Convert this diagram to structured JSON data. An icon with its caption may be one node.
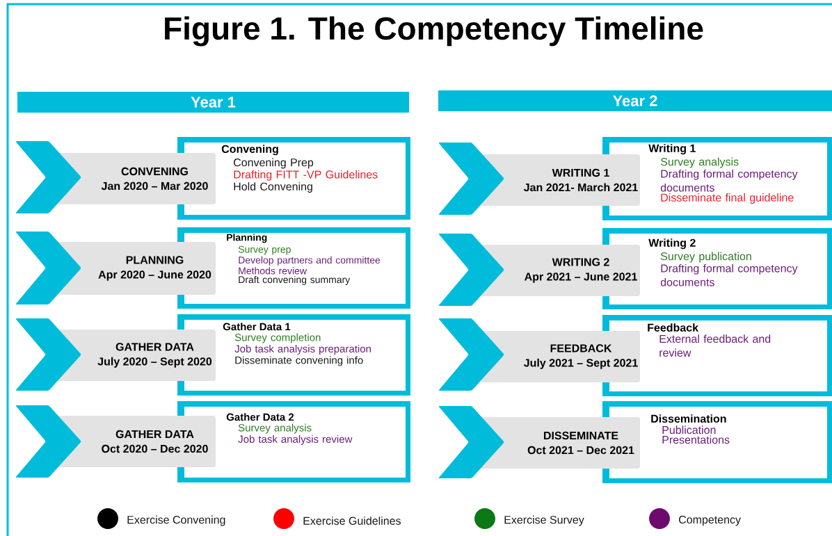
{
  "diagram": {
    "title": "Figure 1. The Competency Timeline",
    "nodes": [
      {
        "text": [
          "Year 1"
        ]
      },
      {
        "text": [
          "CONVENING",
          "Jan 2020 – Mar 2020"
        ]
      },
      {
        "text": [
          "Convening",
          "Convening Prep",
          "Drafting FITT -VP Guidelines",
          "Hold Convening"
        ]
      },
      {
        "text": [
          "PLANNING",
          "Apr 2020 – June 2020"
        ]
      },
      {
        "text": [
          "Planning",
          "Survey prep",
          "Develop partners and committee",
          "Methods review",
          "Draft convening summary"
        ]
      },
      {
        "text": [
          "GATHER DATA",
          "July 2020 – Sept 2020"
        ]
      },
      {
        "text": [
          "Gather Data 1",
          "Survey completion",
          "Job task analysis preparation",
          "Disseminate convening info"
        ]
      },
      {
        "text": [
          "GATHER DATA",
          "Oct 2020 – Dec 2020"
        ]
      },
      {
        "text": [
          "Gather Data 2",
          "Survey analysis",
          "Job task analysis review"
        ]
      },
      {
        "text": [
          "Year 2"
        ]
      },
      {
        "text": [
          "WRITING 1",
          "Jan 2021- March 2021"
        ]
      },
      {
        "text": [
          "Writing 1",
          "Survey analysis",
          "Drafting formal competency documents",
          "Disseminate final guideline"
        ]
      },
      {
        "text": [
          "WRITING 2",
          "Apr 2021 – June 2021"
        ]
      },
      {
        "text": [
          "Writing 2",
          "Survey publication",
          "Drafting formal competency documents"
        ]
      },
      {
        "text": [
          "FEEDBACK",
          "July 2021 – Sept 2021"
        ]
      },
      {
        "text": [
          "Feedback",
          "External feedback and review"
        ]
      },
      {
        "text": [
          "DISSEMINATE",
          "Oct 2021 – Dec 2021"
        ]
      },
      {
        "text": [
          "Dissemination",
          "Publication",
          "Presentations"
        ]
      }
    ],
    "legend": [
      {
        "text": "Exercise Convening",
        "color": "#000000"
      },
      {
        "text": "Exercise Guidelines",
        "color": "#ff0000"
      },
      {
        "text": "Exercise Survey",
        "color": "#0b7a16"
      },
      {
        "text": "Competency",
        "color": "#6e0a6e"
      }
    ]
  }
}
